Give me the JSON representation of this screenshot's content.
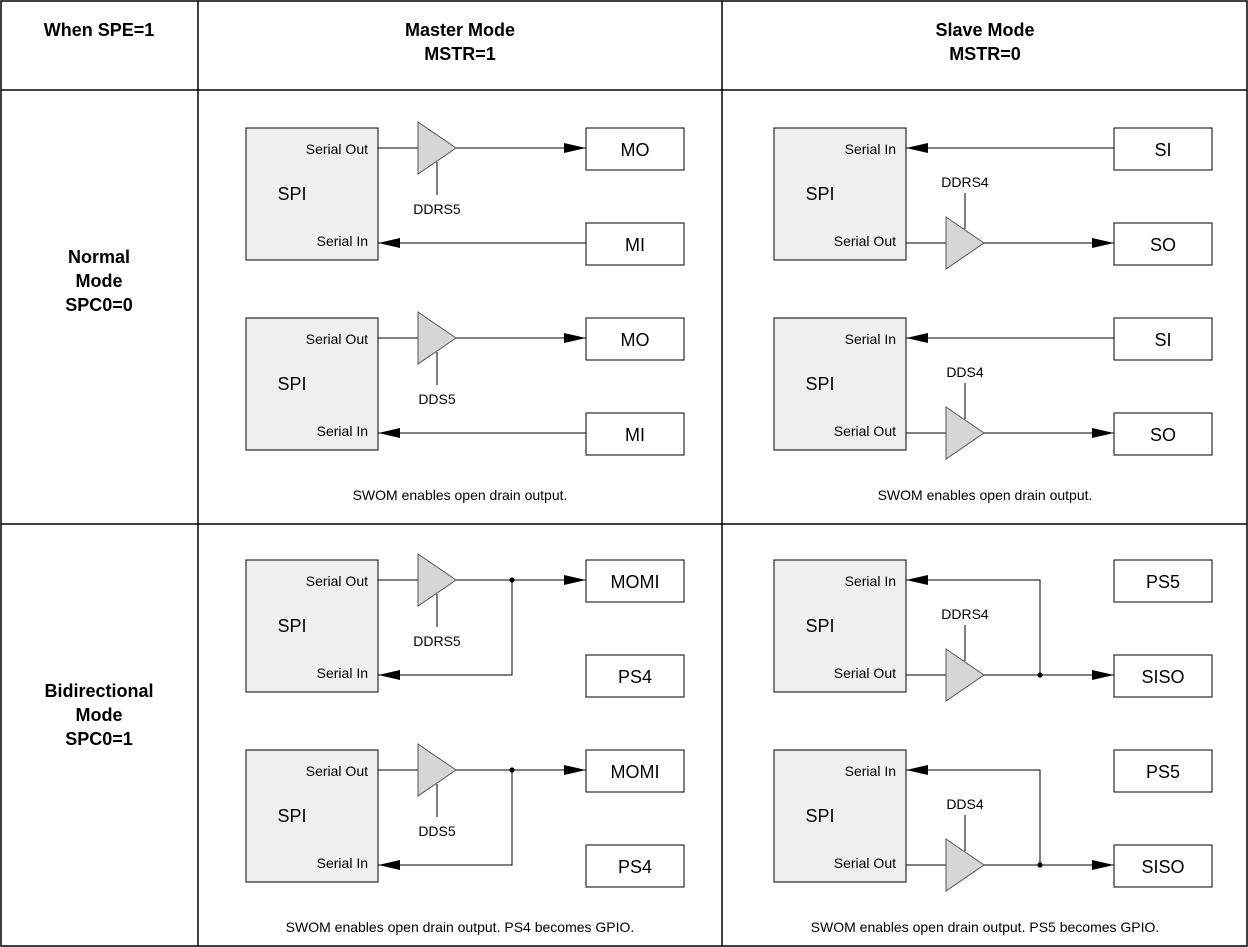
{
  "header": {
    "corner": "When SPE=1",
    "master": {
      "line1": "Master Mode",
      "line2": "MSTR=1"
    },
    "slave": {
      "line1": "Slave Mode",
      "line2": "MSTR=0"
    }
  },
  "rows": [
    {
      "line1": "Normal",
      "line2": "Mode",
      "line3": "SPC0=0"
    },
    {
      "line1": "Bidirectional",
      "line2": "Mode",
      "line3": "SPC0=1"
    }
  ],
  "labels": {
    "spi": "SPI",
    "serial_out": "Serial Out",
    "serial_in": "Serial In"
  },
  "cells": [
    {
      "diagrams": [
        {
          "kind": "master",
          "ctl": "DDRS5",
          "out_pin": "MO",
          "in_pin": "MI"
        },
        {
          "kind": "master",
          "ctl": "DDS5",
          "out_pin": "MO",
          "in_pin": "MI"
        }
      ],
      "note": "SWOM enables open drain output."
    },
    {
      "diagrams": [
        {
          "kind": "slave",
          "ctl": "DDRS4",
          "in_pin": "SI",
          "out_pin": "SO"
        },
        {
          "kind": "slave",
          "ctl": "DDS4",
          "in_pin": "SI",
          "out_pin": "SO"
        }
      ],
      "note": "SWOM enables open drain output."
    },
    {
      "diagrams": [
        {
          "kind": "master-bidi",
          "ctl": "DDRS5",
          "out_pin": "MOMI",
          "spare_pin": "PS4"
        },
        {
          "kind": "master-bidi",
          "ctl": "DDS5",
          "out_pin": "MOMI",
          "spare_pin": "PS4"
        }
      ],
      "note": "SWOM enables open drain output. PS4 becomes GPIO."
    },
    {
      "diagrams": [
        {
          "kind": "slave-bidi",
          "ctl": "DDRS4",
          "spare_pin": "PS5",
          "out_pin": "SISO"
        },
        {
          "kind": "slave-bidi",
          "ctl": "DDS4",
          "spare_pin": "PS5",
          "out_pin": "SISO"
        }
      ],
      "note": "SWOM enables open drain output. PS5 becomes GPIO."
    }
  ],
  "colors": {
    "block_fill": "#efefef",
    "buffer_fill": "#d6d6d6",
    "line": "#000000"
  }
}
